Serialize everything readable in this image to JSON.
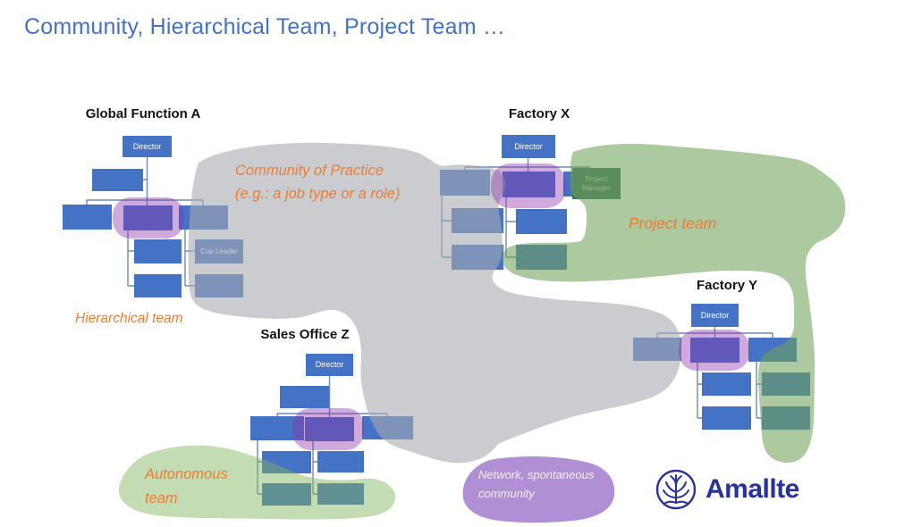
{
  "slide": {
    "title": "Community, Hierarchical Team, Project Team …"
  },
  "org_charts": {
    "global_function_a": {
      "title": "Global Function A"
    },
    "factory_x": {
      "title": "Factory X"
    },
    "sales_office_z": {
      "title": "Sales Office Z"
    },
    "factory_y": {
      "title": "Factory Y"
    }
  },
  "box_labels": {
    "director": "Director",
    "cop_leader": "Cop Leader",
    "project_manager": "Project Manager"
  },
  "annotations": {
    "community_of_practice_line1": "Community of Practice",
    "community_of_practice_line2": "(e.g.: a job type or a role)",
    "hierarchical_team": "Hierarchical team",
    "project_team": "Project team",
    "autonomous_team_line1": "Autonomous",
    "autonomous_team_line2": "team",
    "network_community_line1": "Network, spontaneous",
    "network_community_line2": "community"
  },
  "logo": {
    "brand": "Amallte"
  },
  "colors": {
    "title_blue": "#4472C4",
    "box_blue": "#4472C4",
    "annotation_orange": "#ED7D31",
    "community_gray": "#c9cacc",
    "team_green": "#a9c79a",
    "autonomous_green": "#c5dcae",
    "network_purple": "#b18fd4",
    "highlight_purple": "#caa2d8",
    "logo_navy": "#27339b"
  }
}
